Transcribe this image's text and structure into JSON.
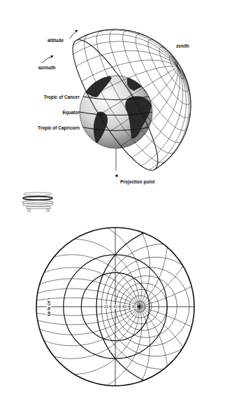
{
  "diagram": {
    "labels": [
      "altitude",
      "azimuth",
      "zenith",
      "Tropic of Cancer",
      "Equator",
      "Tropic of Capricorn",
      "Projection point",
      "LAT N 40",
      "20",
      "40",
      "60",
      "80"
    ]
  }
}
